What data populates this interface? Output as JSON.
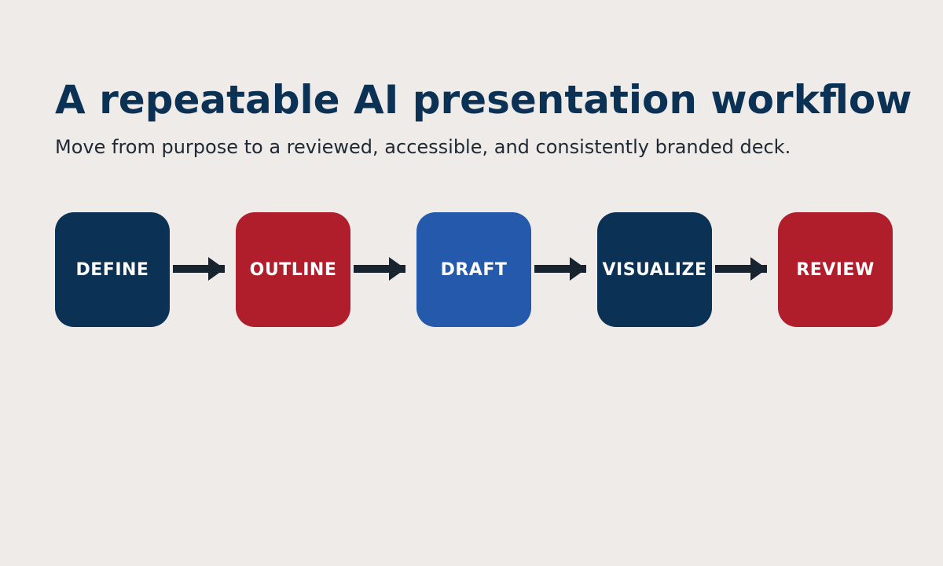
{
  "title": "A repeatable AI presentation workflow",
  "subtitle": "Move from purpose to a reviewed, accessible, and consistently branded deck.",
  "colors": {
    "background": "#EFEBE8",
    "navy": "#0B3154",
    "red": "#B01E2C",
    "blue": "#2459AC",
    "arrow": "#17232E",
    "label": "#FFFFFF"
  },
  "steps": [
    {
      "label": "DEFINE",
      "color": "#0B3154"
    },
    {
      "label": "OUTLINE",
      "color": "#B01E2C"
    },
    {
      "label": "DRAFT",
      "color": "#2459AC"
    },
    {
      "label": "VISUALIZE",
      "color": "#0B3154"
    },
    {
      "label": "REVIEW",
      "color": "#B01E2C"
    }
  ],
  "connector_icon": "right-arrow-icon"
}
